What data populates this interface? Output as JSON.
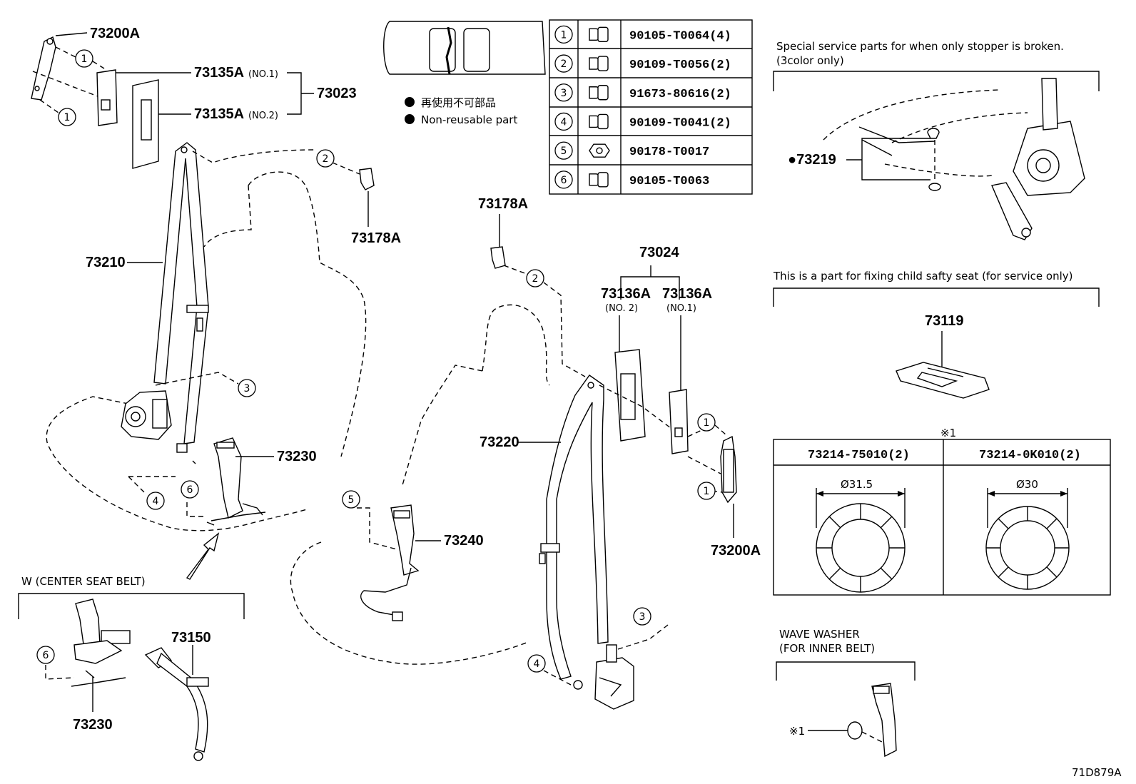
{
  "legend": {
    "jp": "再使用不可部品",
    "en": "Non-reusable part"
  },
  "fastener_table": [
    {
      "no": "1",
      "part": "90105-T0064(4)"
    },
    {
      "no": "2",
      "part": "90109-T0056(2)"
    },
    {
      "no": "3",
      "part": "91673-80616(2)"
    },
    {
      "no": "4",
      "part": "90109-T0041(2)"
    },
    {
      "no": "5",
      "part": "90178-T0017"
    },
    {
      "no": "6",
      "part": "90105-T0063"
    }
  ],
  "parts": {
    "p73200A_left": "73200A",
    "p73135A_no1": "73135A",
    "p73135A_no1_sub": "(NO.1)",
    "p73135A_no2": "73135A",
    "p73135A_no2_sub": "(NO.2)",
    "p73023": "73023",
    "p73178A_left": "73178A",
    "p73210": "73210",
    "p73230_main": "73230",
    "p73240": "73240",
    "p73178A_right": "73178A",
    "p73024": "73024",
    "p73136A_no2": "73136A",
    "p73136A_no2_sub": "(NO. 2)",
    "p73136A_no1": "73136A",
    "p73136A_no1_sub": "(NO.1)",
    "p73220": "73220",
    "p73200A_right": "73200A",
    "p73150": "73150",
    "p73230_center": "73230",
    "p73219": "●73219",
    "p73119": "73119"
  },
  "callouts": {
    "c1a": "1",
    "c1b": "1",
    "c2a": "2",
    "c3a": "3",
    "c4a": "4",
    "c6a": "6",
    "c5": "5",
    "c2b": "2",
    "c1c": "1",
    "c1d": "1",
    "c3b": "3",
    "c4b": "4",
    "c6b": "6"
  },
  "center_belt": {
    "title": "W (CENTER SEAT BELT)"
  },
  "special_service": {
    "line1": "Special service parts for when only stopper is broken.",
    "line2": "(3color only)"
  },
  "child_seat": {
    "note": "This is a part for fixing child safty seat (for service only)"
  },
  "washer_table": {
    "ref": "※1",
    "col1_header": "73214-75010(2)",
    "col1_dim": "Ø31.5",
    "col2_header": "73214-0K010(2)",
    "col2_dim": "Ø30"
  },
  "wave_washer": {
    "line1": "WAVE WASHER",
    "line2": "(FOR INNER BELT)",
    "ref": "※1"
  },
  "figure_id": "71D879A"
}
